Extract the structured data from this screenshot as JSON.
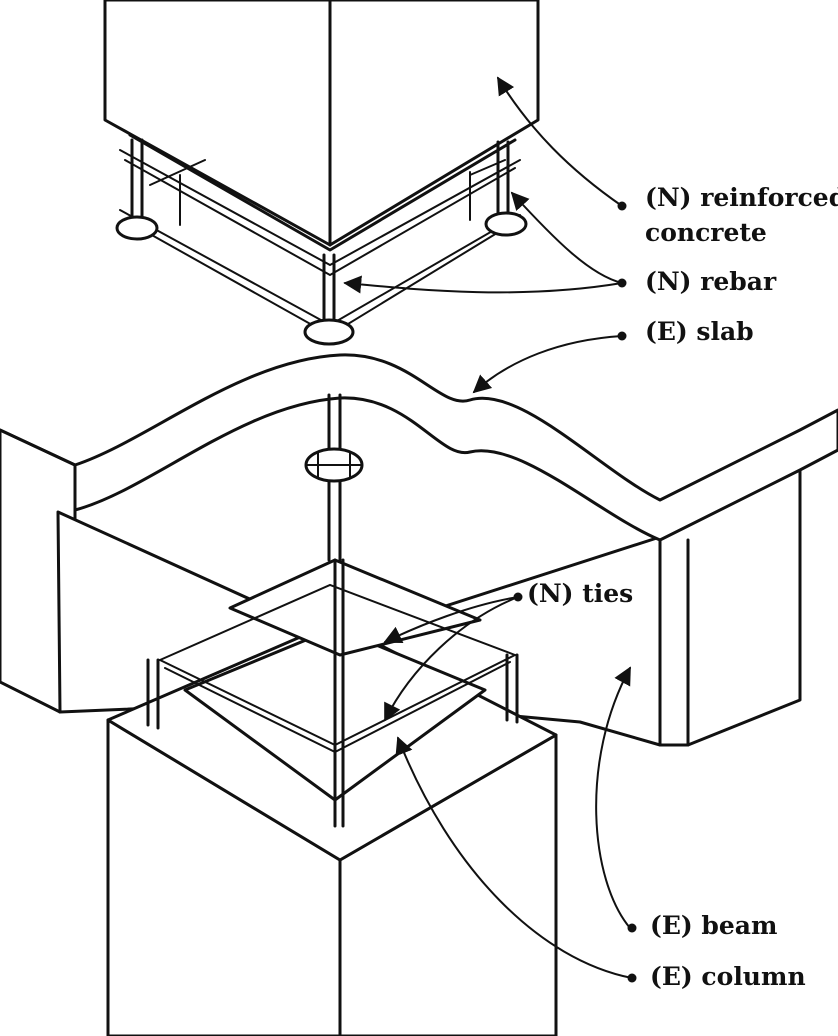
{
  "labels": {
    "reinforced_concrete": [
      "(N) reinforced",
      "concrete"
    ],
    "rebar": "(N) rebar",
    "slab": "(E) slab",
    "ties": "(N) ties",
    "beam": "(E) beam",
    "column": "(E) column"
  }
}
